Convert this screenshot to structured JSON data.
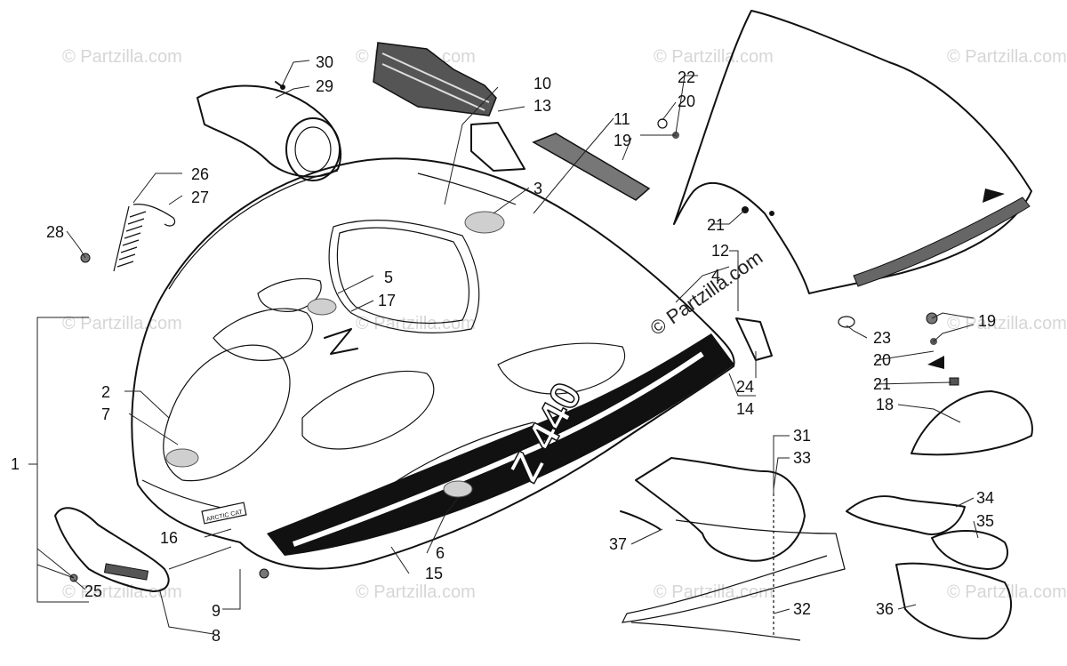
{
  "watermark": {
    "text": "© Partzilla.com"
  },
  "hood_graphic": {
    "badge_text": "ARCTIC CAT",
    "model_text": "Z 440"
  },
  "callouts": [
    {
      "id": "c1",
      "label": "1"
    },
    {
      "id": "c2",
      "label": "2"
    },
    {
      "id": "c3",
      "label": "3"
    },
    {
      "id": "c4",
      "label": "4"
    },
    {
      "id": "c5",
      "label": "5"
    },
    {
      "id": "c6",
      "label": "6"
    },
    {
      "id": "c7",
      "label": "7"
    },
    {
      "id": "c8",
      "label": "8"
    },
    {
      "id": "c9",
      "label": "9"
    },
    {
      "id": "c10",
      "label": "10"
    },
    {
      "id": "c11",
      "label": "11"
    },
    {
      "id": "c12",
      "label": "12"
    },
    {
      "id": "c13",
      "label": "13"
    },
    {
      "id": "c14",
      "label": "14"
    },
    {
      "id": "c15",
      "label": "15"
    },
    {
      "id": "c16",
      "label": "16"
    },
    {
      "id": "c17",
      "label": "17"
    },
    {
      "id": "c18",
      "label": "18"
    },
    {
      "id": "c19a",
      "label": "19"
    },
    {
      "id": "c19b",
      "label": "19"
    },
    {
      "id": "c20a",
      "label": "20"
    },
    {
      "id": "c20b",
      "label": "20"
    },
    {
      "id": "c21a",
      "label": "21"
    },
    {
      "id": "c21b",
      "label": "21"
    },
    {
      "id": "c22",
      "label": "22"
    },
    {
      "id": "c23",
      "label": "23"
    },
    {
      "id": "c24",
      "label": "24"
    },
    {
      "id": "c25",
      "label": "25"
    },
    {
      "id": "c26",
      "label": "26"
    },
    {
      "id": "c27",
      "label": "27"
    },
    {
      "id": "c28",
      "label": "28"
    },
    {
      "id": "c29",
      "label": "29"
    },
    {
      "id": "c30",
      "label": "30"
    },
    {
      "id": "c31",
      "label": "31"
    },
    {
      "id": "c32",
      "label": "32"
    },
    {
      "id": "c33",
      "label": "33"
    },
    {
      "id": "c34",
      "label": "34"
    },
    {
      "id": "c35",
      "label": "35"
    },
    {
      "id": "c36",
      "label": "36"
    },
    {
      "id": "c37",
      "label": "37"
    }
  ]
}
